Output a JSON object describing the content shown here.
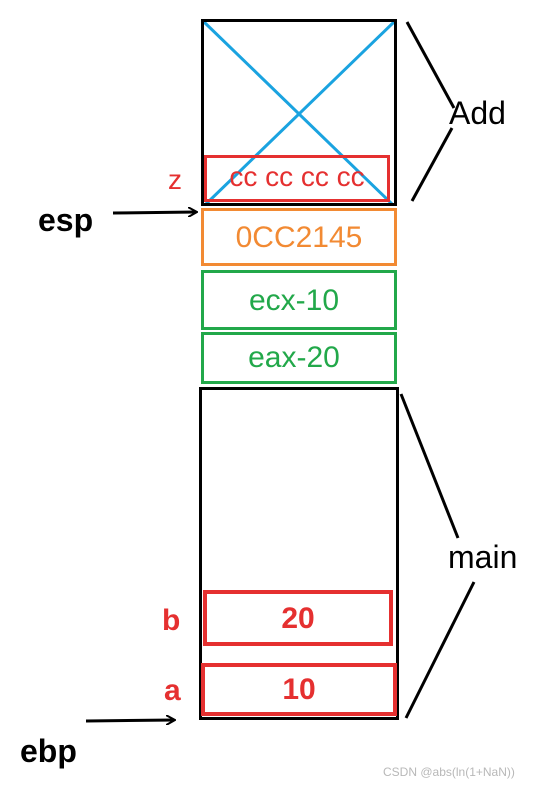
{
  "add_frame": {
    "label": "Add",
    "z_label": "z",
    "z_value": "cc cc cc cc",
    "return_address": "0CC2145",
    "ecx_slot": "ecx-10",
    "eax_slot": "eax-20"
  },
  "main_frame": {
    "label": "main",
    "b_label": "b",
    "b_value": "20",
    "a_label": "a",
    "a_value": "10"
  },
  "pointers": {
    "esp": "esp",
    "ebp": "ebp"
  },
  "watermark": "CSDN @abs(ln(1+NaN))",
  "colors": {
    "red": "#e53030",
    "orange": "#f28a33",
    "green": "#22a84a",
    "blue": "#1aa3e0",
    "black": "#000000"
  }
}
